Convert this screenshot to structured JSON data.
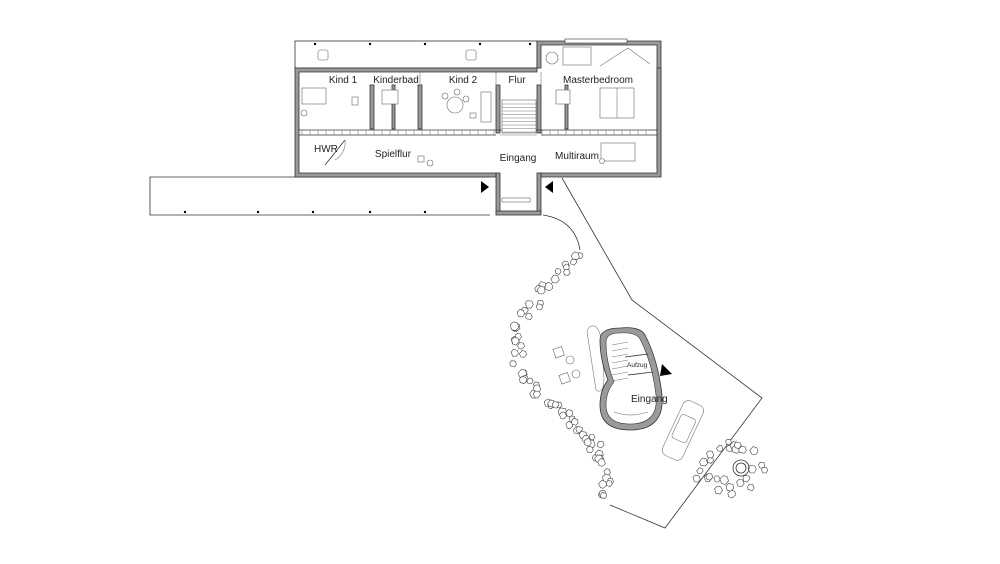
{
  "plan": {
    "rooms": {
      "kind1": "Kind 1",
      "kinderbad": "Kinderbad",
      "kind2": "Kind 2",
      "flur": "Flur",
      "masterbedroom": "Masterbedroom",
      "hwr": "HWR",
      "spielflur": "Spielflur",
      "eingang": "Eingang",
      "multiraum": "Multiraum"
    },
    "tower": {
      "aufzug": "Aufzug",
      "eingang": "Eingang"
    },
    "colors": {
      "wall": "#9a9a9a",
      "line": "#333333"
    }
  }
}
